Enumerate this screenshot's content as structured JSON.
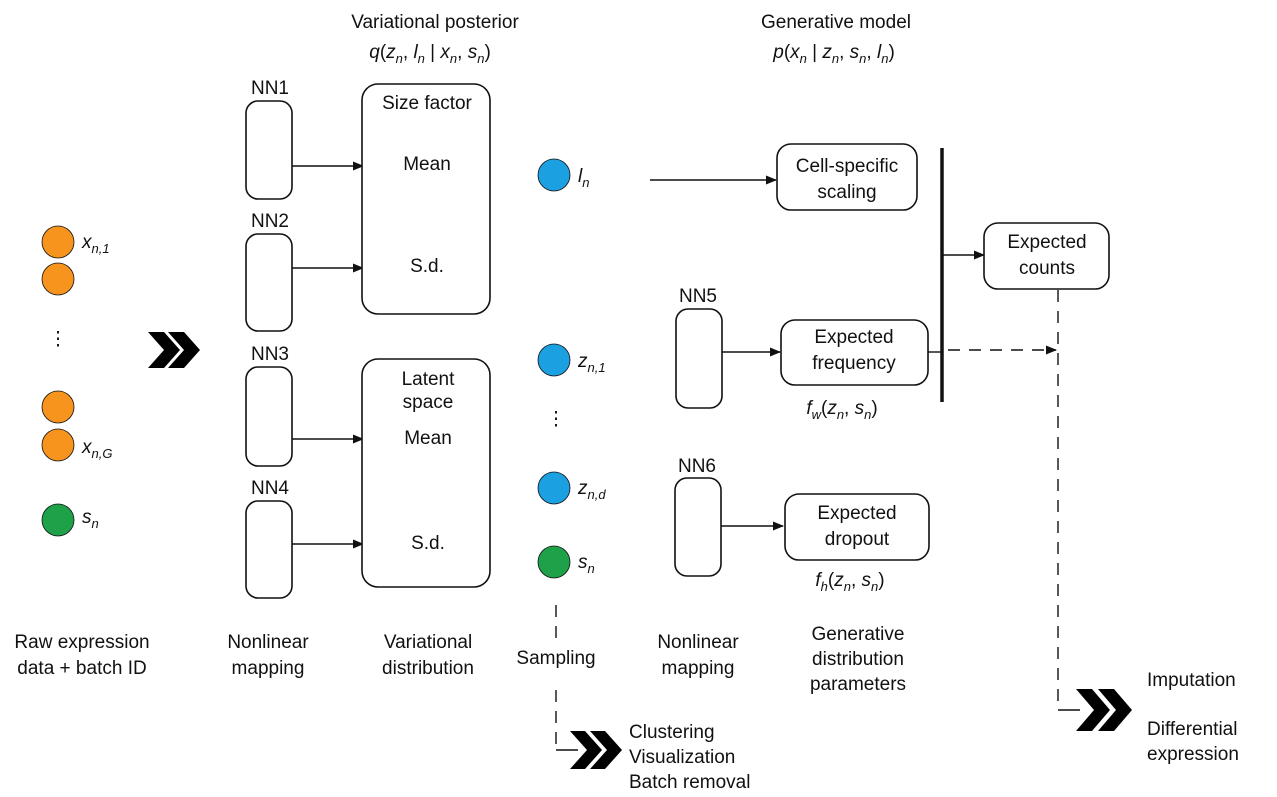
{
  "colors": {
    "gene": "#F7941D",
    "batch": "#1FA149",
    "latent": "#1BA1E2",
    "stroke": "#111111"
  },
  "headers": {
    "posterior_title": "Variational posterior",
    "generative_title": "Generative model"
  },
  "inputs": {
    "gene_first": "x",
    "gene_first_sub": "n,1",
    "ellipsis": "⋮",
    "gene_last": "x",
    "gene_last_sub": "n,G",
    "batch": "s",
    "batch_sub": "n"
  },
  "networks": [
    "NN1",
    "NN2",
    "NN3",
    "NN4",
    "NN5",
    "NN6"
  ],
  "posterior_boxes": {
    "size_factor": {
      "title": "Size factor",
      "mean": "Mean",
      "sd": "S.d."
    },
    "latent_space": {
      "title_line1": "Latent",
      "title_line2": "space",
      "mean": "Mean",
      "sd": "S.d."
    }
  },
  "samples": {
    "l": "l",
    "l_sub": "n",
    "z1": "z",
    "z1_sub": "n,1",
    "ellipsis": "⋮",
    "zd": "z",
    "zd_sub": "n,d",
    "s": "s",
    "s_sub": "n"
  },
  "generative_boxes": {
    "scaling_line1": "Cell-specific",
    "scaling_line2": "scaling",
    "frequency_line1": "Expected",
    "frequency_line2": "frequency",
    "dropout_line1": "Expected",
    "dropout_line2": "dropout",
    "counts_line1": "Expected",
    "counts_line2": "counts"
  },
  "column_labels": {
    "raw_line1": "Raw expression",
    "raw_line2": "data + batch ID",
    "nonlinear1_line1": "Nonlinear",
    "nonlinear1_line2": "mapping",
    "variational_line1": "Variational",
    "variational_line2": "distribution",
    "sampling": "Sampling",
    "nonlinear2_line1": "Nonlinear",
    "nonlinear2_line2": "mapping",
    "generative_line1": "Generative",
    "generative_line2": "distribution",
    "generative_line3": "parameters"
  },
  "outputs": {
    "downstream_line1": "Clustering",
    "downstream_line2": "Visualization",
    "downstream_line3": "Batch removal",
    "final_line1": "Imputation",
    "final_line2": "Differential",
    "final_line3": "expression"
  }
}
